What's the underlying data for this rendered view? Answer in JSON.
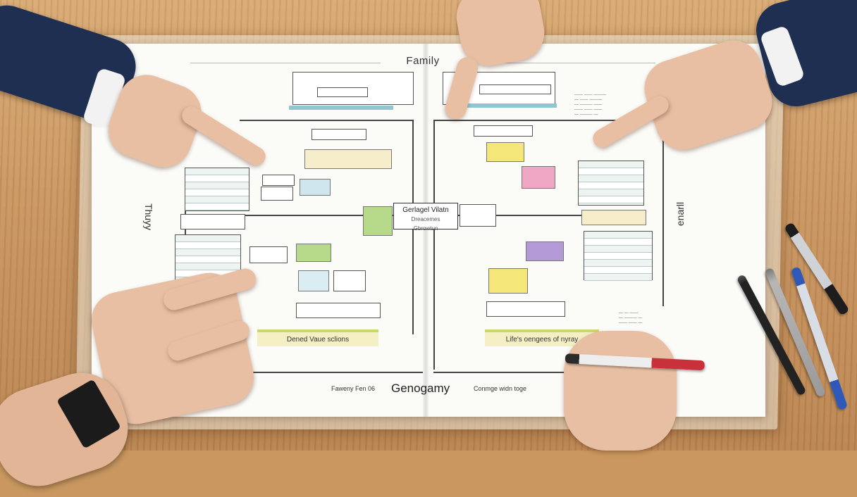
{
  "chart": {
    "title": "Family",
    "root_line1": "Gerlagel Vilatn",
    "root_line2": "Dreacemes",
    "root_line3": "Gbrowtun",
    "bottom_left_banner": "Dened Vaue sclions",
    "bottom_right_banner": "Life's oengees of nyray",
    "footer_center": "Genogamy",
    "footer_left": "Faweny Fen 06",
    "footer_right": "Conmge widn toge",
    "left_vertical_label": "Thuyy",
    "right_vertical_label": "enarll"
  },
  "colors": {
    "table": "#c9975f",
    "paper": "#fbfbf8",
    "teal_bar": "#8fc6cf",
    "yellow_note": "#f5e67a",
    "pink_note": "#f0a7c4",
    "green_note": "#b7d98a",
    "purple_note": "#b39ad6",
    "sleeve": "#1f2f52",
    "pen_red": "#c8303a",
    "pen_blue": "#2f59b8"
  }
}
